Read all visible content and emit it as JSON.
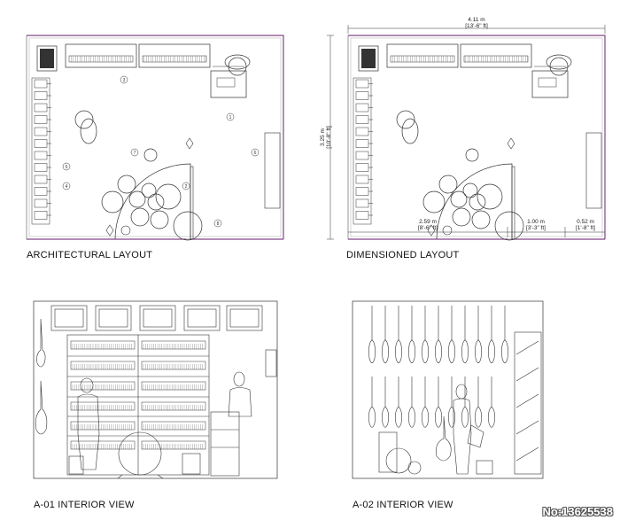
{
  "captions": {
    "architectural": "ARCHITECTURAL LAYOUT",
    "dimensioned": "DIMENSIONED LAYOUT",
    "interior_a01": "A-01 INTERIOR VIEW",
    "interior_a02": "A-02 INTERIOR VIEW"
  },
  "dimensions": {
    "width_total": "4.11 m",
    "width_total_ft": "[13'-6\" ft]",
    "height_total": "3.25 m",
    "height_total_ft": "[10'-8\" ft]",
    "seg1": "2.59 m",
    "seg1_ft": "[8'-6\" ft]",
    "seg2": "1.00 m",
    "seg2_ft": "[3'-3\" ft]",
    "seg3": "0.52 m",
    "seg3_ft": "[1'-8\" ft]"
  },
  "plan_tags": [
    "1",
    "2",
    "3",
    "4",
    "5",
    "6",
    "7",
    "8"
  ],
  "watermark": "No:13625538",
  "colors": {
    "wall": "#b03ab8",
    "line": "#333333"
  }
}
